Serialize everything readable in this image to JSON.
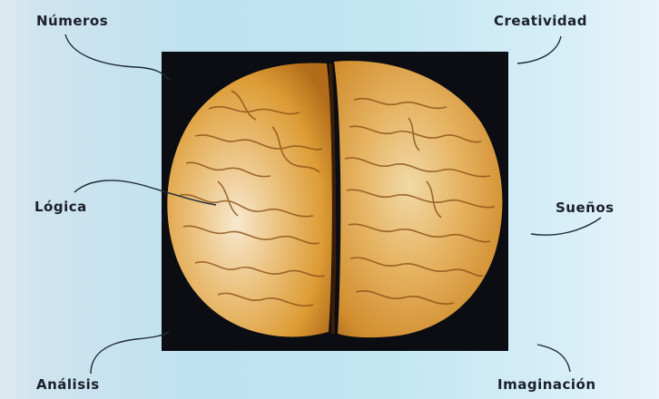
{
  "labels": {
    "top_left": "Números",
    "top_right": "Creatividad",
    "mid_left": "Lógica",
    "mid_right": "Sueños",
    "bottom_left": "Análisis",
    "bottom_right": "Imaginación"
  },
  "colors": {
    "background": "#c4e6f3",
    "photo_frame": "#0c0d12",
    "brain_base": "#e2a63e",
    "label_text": "#1b1f2a",
    "leader_line": "#1e2a3a"
  }
}
